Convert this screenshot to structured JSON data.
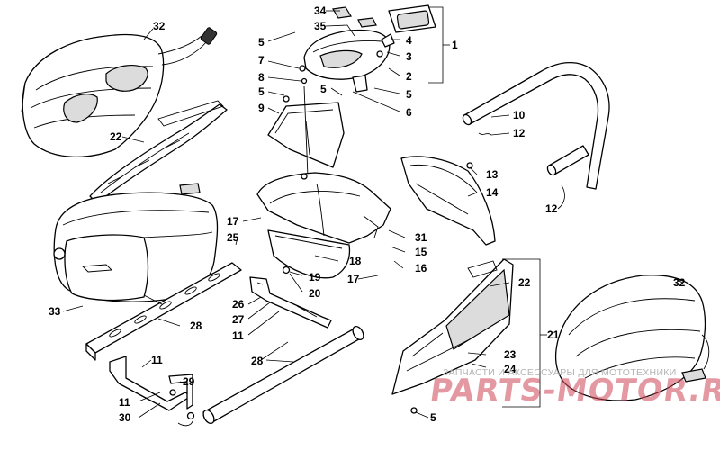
{
  "callouts": [
    {
      "id": "c-34",
      "text": "34"
    },
    {
      "id": "c-35",
      "text": "35"
    },
    {
      "id": "c-5a",
      "text": "5"
    },
    {
      "id": "c-7",
      "text": "7"
    },
    {
      "id": "c-8",
      "text": "8"
    },
    {
      "id": "c-5b",
      "text": "5"
    },
    {
      "id": "c-9",
      "text": "9"
    },
    {
      "id": "c-5c",
      "text": "5"
    },
    {
      "id": "c-4",
      "text": "4"
    },
    {
      "id": "c-3",
      "text": "3"
    },
    {
      "id": "c-2",
      "text": "2"
    },
    {
      "id": "c-1",
      "text": "1"
    },
    {
      "id": "c-5d",
      "text": "5"
    },
    {
      "id": "c-6",
      "text": "6"
    },
    {
      "id": "c-32a",
      "text": "32"
    },
    {
      "id": "c-22a",
      "text": "22"
    },
    {
      "id": "c-10",
      "text": "10"
    },
    {
      "id": "c-12a",
      "text": "12"
    },
    {
      "id": "c-12b",
      "text": "12"
    },
    {
      "id": "c-13",
      "text": "13"
    },
    {
      "id": "c-14",
      "text": "14"
    },
    {
      "id": "c-17a",
      "text": "17"
    },
    {
      "id": "c-25",
      "text": "25"
    },
    {
      "id": "c-31",
      "text": "31"
    },
    {
      "id": "c-15",
      "text": "15"
    },
    {
      "id": "c-16",
      "text": "16"
    },
    {
      "id": "c-18",
      "text": "18"
    },
    {
      "id": "c-17b",
      "text": "17"
    },
    {
      "id": "c-19",
      "text": "19"
    },
    {
      "id": "c-20",
      "text": "20"
    },
    {
      "id": "c-33",
      "text": "33"
    },
    {
      "id": "c-26",
      "text": "26"
    },
    {
      "id": "c-27",
      "text": "27"
    },
    {
      "id": "c-11a",
      "text": "11"
    },
    {
      "id": "c-28a",
      "text": "28"
    },
    {
      "id": "c-22b",
      "text": "22"
    },
    {
      "id": "c-21",
      "text": "21"
    },
    {
      "id": "c-32b",
      "text": "32"
    },
    {
      "id": "c-23",
      "text": "23"
    },
    {
      "id": "c-24",
      "text": "24"
    },
    {
      "id": "c-11b",
      "text": "11"
    },
    {
      "id": "c-28b",
      "text": "28"
    },
    {
      "id": "c-29",
      "text": "29"
    },
    {
      "id": "c-11c",
      "text": "11"
    },
    {
      "id": "c-30",
      "text": "30"
    },
    {
      "id": "c-5e",
      "text": "5"
    }
  ],
  "watermark": {
    "tagline": "ЗАПЧАСТИ И АКСЕССУАРЫ ДЛЯ МОТОТЕХНИКИ",
    "logo": "PARTS-MOTOR.RU"
  }
}
